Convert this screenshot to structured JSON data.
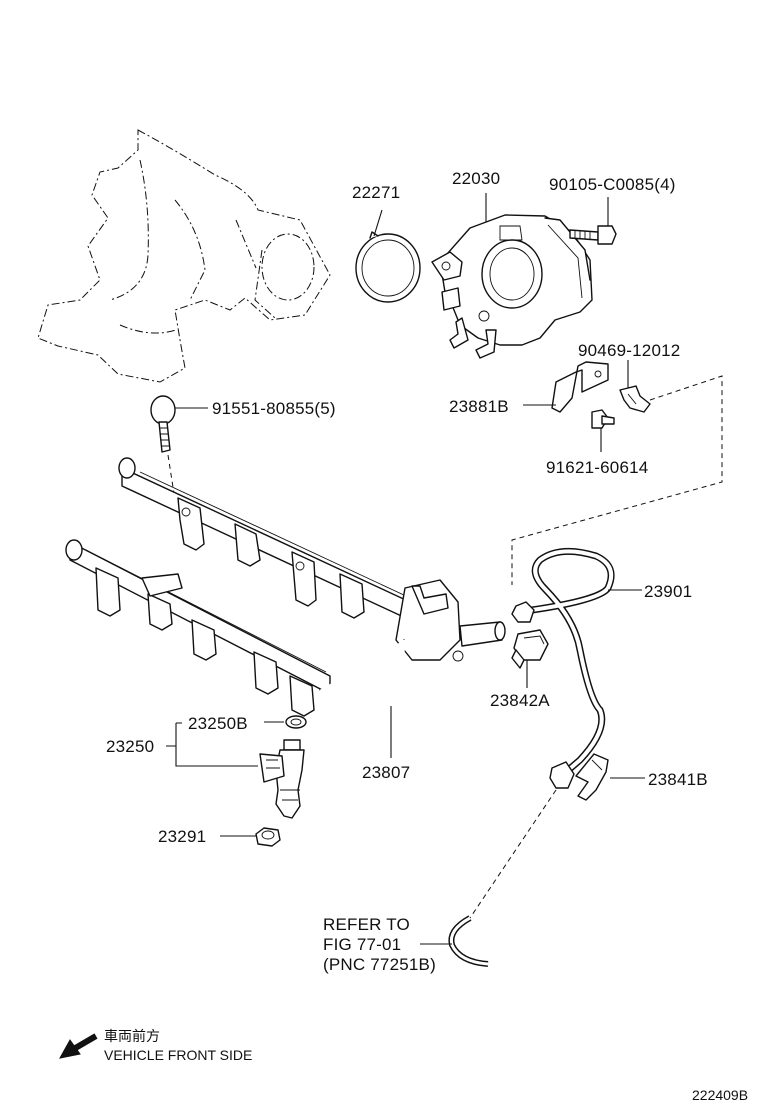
{
  "parts": {
    "p22271": "22271",
    "p22030": "22030",
    "p90105": "90105-C0085(4)",
    "p91551": "91551-80855(5)",
    "p90469": "90469-12012",
    "p23881B": "23881B",
    "p91621": "91621-60614",
    "p23901": "23901",
    "p23842A": "23842A",
    "p23250B": "23250B",
    "p23250": "23250",
    "p23807": "23807",
    "p23841B": "23841B",
    "p23291": "23291"
  },
  "refer": {
    "line1": "REFER TO",
    "line2": "FIG 77-01",
    "line3": "(PNC 77251B)"
  },
  "direction": {
    "jp": "車両前方",
    "en": "VEHICLE FRONT SIDE",
    "icon": "arrow-down-left-icon"
  },
  "figure_code": "222409B"
}
